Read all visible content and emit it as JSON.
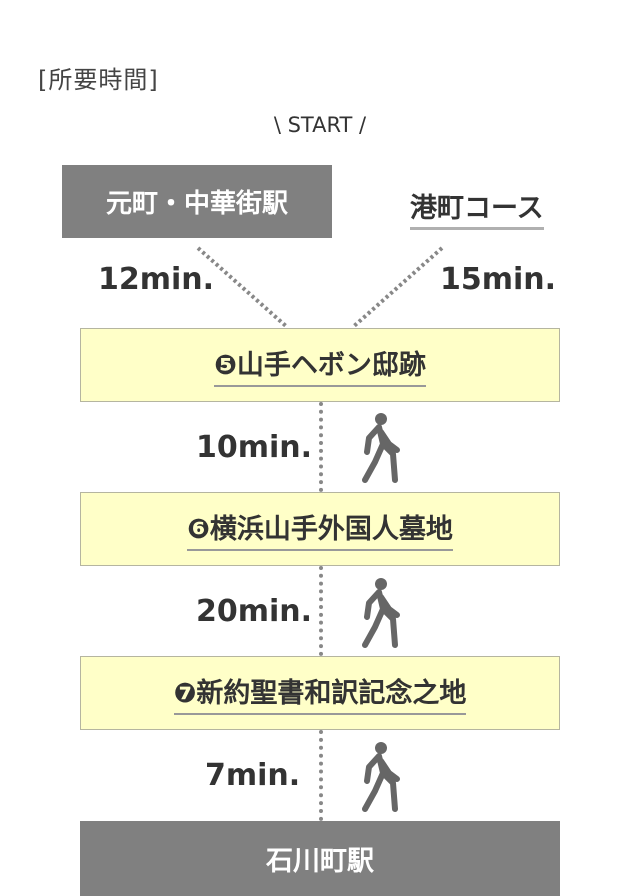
{
  "heading": "[所要時間]",
  "start_label": "\\ START /",
  "origins": {
    "station": "元町・中華街駅",
    "course": "港町コース"
  },
  "legs": [
    {
      "time": "12min."
    },
    {
      "time": "15min."
    },
    {
      "time": "10min.",
      "icon": "walking-person-icon"
    },
    {
      "time": "20min.",
      "icon": "walking-person-icon"
    },
    {
      "time": "7min.",
      "icon": "walking-person-icon"
    }
  ],
  "spots": [
    {
      "label": "❺山手ヘボン邸跡"
    },
    {
      "label": "❻横浜山手外国人墓地"
    },
    {
      "label": "❼新約聖書和訳記念之地"
    }
  ],
  "destination": "石川町駅",
  "colors": {
    "station_bg": "#808080",
    "spot_bg": "#ffffc8",
    "text": "#333333",
    "dotted_line": "#888888"
  }
}
